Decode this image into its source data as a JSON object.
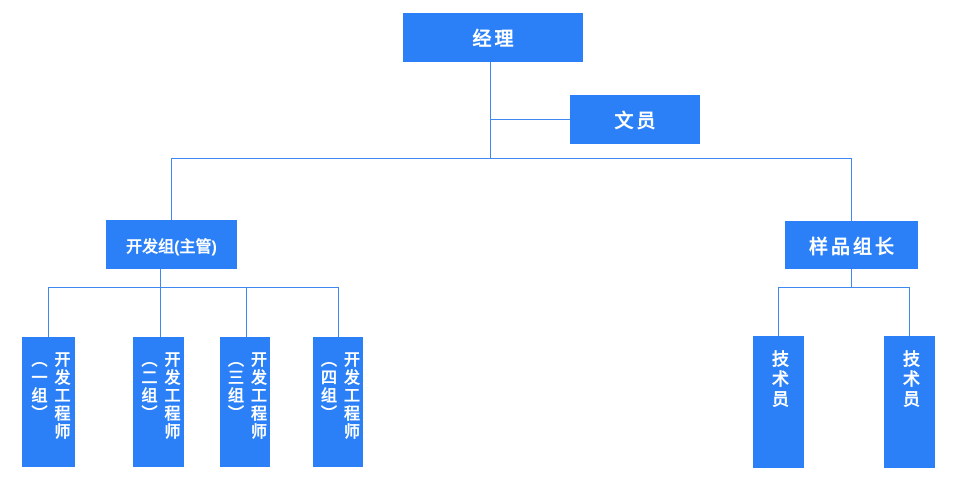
{
  "colors": {
    "node_fill": "#2B80F7",
    "node_text": "#FFFFFF",
    "connector": "#3F88F2",
    "background": "#FFFFFF"
  },
  "org_chart": {
    "nodes": {
      "manager": {
        "label": "经理"
      },
      "clerk": {
        "label": "文员"
      },
      "dev_group": {
        "label": "开发组(主管)"
      },
      "sample_leader": {
        "label": "样品组长"
      },
      "dev_eng_1": {
        "label": "开发工程师（一组）",
        "line1": "开发工程师",
        "line2": "（一组）"
      },
      "dev_eng_2": {
        "label": "开发工程师（二组）",
        "line1": "开发工程师",
        "line2": "（二组）"
      },
      "dev_eng_3": {
        "label": "开发工程师（三组）",
        "line1": "开发工程师",
        "line2": "（三组）"
      },
      "dev_eng_4": {
        "label": "开发工程师（四组）",
        "line1": "开发工程师",
        "line2": "（四组）"
      },
      "tech_1": {
        "label": "技术员"
      },
      "tech_2": {
        "label": "技术员"
      }
    },
    "edges": [
      {
        "parent": "经理",
        "child": "文员"
      },
      {
        "parent": "经理",
        "child": "开发组(主管)"
      },
      {
        "parent": "经理",
        "child": "样品组长"
      },
      {
        "parent": "开发组(主管)",
        "child": "开发工程师（一组）"
      },
      {
        "parent": "开发组(主管)",
        "child": "开发工程师（二组）"
      },
      {
        "parent": "开发组(主管)",
        "child": "开发工程师（三组）"
      },
      {
        "parent": "开发组(主管)",
        "child": "开发工程师（四组）"
      },
      {
        "parent": "样品组长",
        "child": "技术员"
      },
      {
        "parent": "样品组长",
        "child": "技术员"
      }
    ]
  }
}
